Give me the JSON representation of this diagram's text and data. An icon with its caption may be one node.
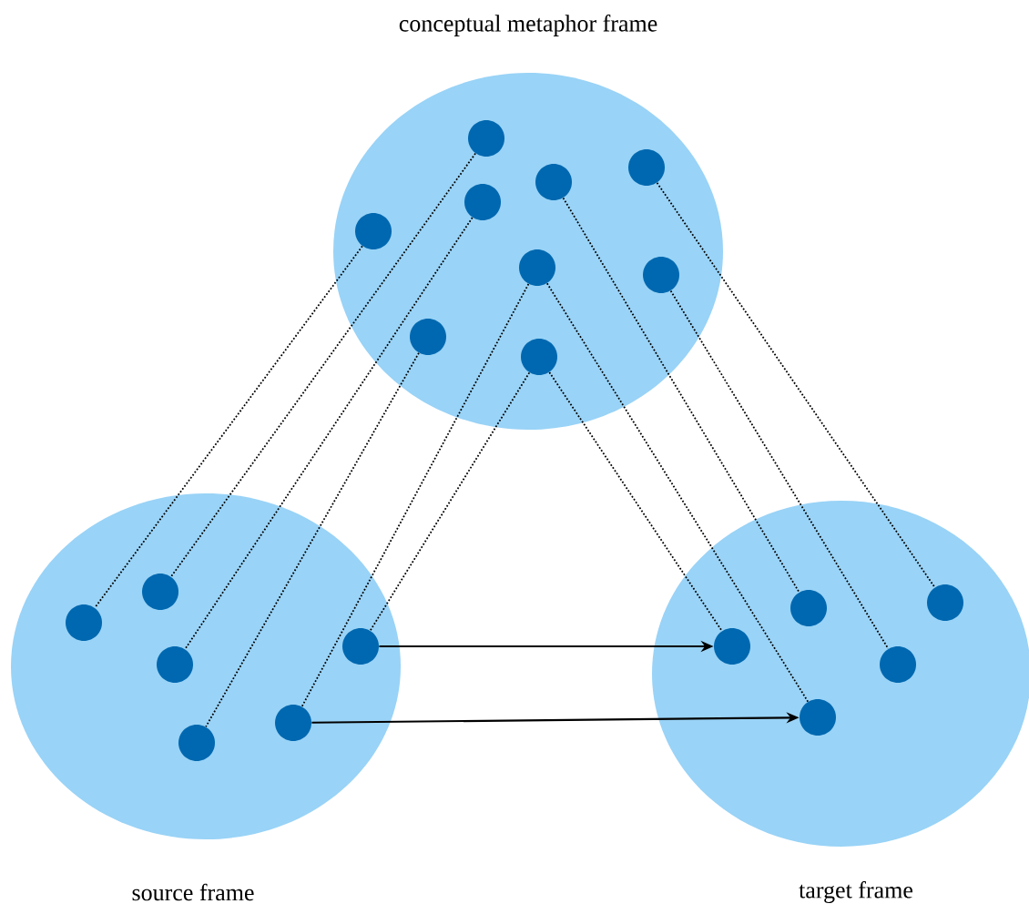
{
  "diagram": {
    "nodes": [
      {
        "text": [
          "conceptual metaphor frame"
        ]
      },
      {
        "text": [
          "source frame"
        ]
      },
      {
        "text": [
          "target frame"
        ]
      },
      {
        "text": [],
        "shape": "circle",
        "in": 0
      },
      {
        "text": [],
        "shape": "circle",
        "in": 0
      },
      {
        "text": [],
        "shape": "circle",
        "in": 0
      },
      {
        "text": [],
        "shape": "circle",
        "in": 0
      },
      {
        "text": [],
        "shape": "circle",
        "in": 0
      },
      {
        "text": [],
        "shape": "circle",
        "in": 0
      },
      {
        "text": [],
        "shape": "circle",
        "in": 0
      },
      {
        "text": [],
        "shape": "circle",
        "in": 0
      },
      {
        "text": [],
        "shape": "circle",
        "in": 0
      },
      {
        "text": [],
        "shape": "circle",
        "in": 1
      },
      {
        "text": [],
        "shape": "circle",
        "in": 1
      },
      {
        "text": [],
        "shape": "circle",
        "in": 1
      },
      {
        "text": [],
        "shape": "circle",
        "in": 1
      },
      {
        "text": [],
        "shape": "circle",
        "in": 1
      },
      {
        "text": [],
        "shape": "circle",
        "in": 1
      },
      {
        "text": [],
        "shape": "circle",
        "in": 2
      },
      {
        "text": [],
        "shape": "circle",
        "in": 2
      },
      {
        "text": [],
        "shape": "circle",
        "in": 2
      },
      {
        "text": [],
        "shape": "circle",
        "in": 2
      },
      {
        "text": [],
        "shape": "circle",
        "in": 2
      }
    ],
    "edges": [
      {
        "from": 7,
        "to": 13,
        "arrow": "none",
        "style": "dashed"
      },
      {
        "from": 3,
        "to": 12,
        "arrow": "none",
        "style": "dashed"
      },
      {
        "from": 6,
        "to": 15,
        "arrow": "none",
        "style": "dashed"
      },
      {
        "from": 10,
        "to": 17,
        "arrow": "none",
        "style": "dashed"
      },
      {
        "from": 8,
        "to": 16,
        "arrow": "none",
        "style": "dashed"
      },
      {
        "from": 11,
        "to": 14,
        "arrow": "none",
        "style": "dashed"
      },
      {
        "from": 11,
        "to": 20,
        "arrow": "none",
        "style": "dashed"
      },
      {
        "from": 8,
        "to": 22,
        "arrow": "none",
        "style": "dashed"
      },
      {
        "from": 5,
        "to": 19,
        "arrow": "none",
        "style": "dashed"
      },
      {
        "from": 9,
        "to": 21,
        "arrow": "none",
        "style": "dashed"
      },
      {
        "from": 4,
        "to": 18,
        "arrow": "none",
        "style": "dashed"
      },
      {
        "from": 14,
        "to": 20,
        "arrow": "to"
      },
      {
        "from": 16,
        "to": 22,
        "arrow": "to"
      }
    ]
  }
}
